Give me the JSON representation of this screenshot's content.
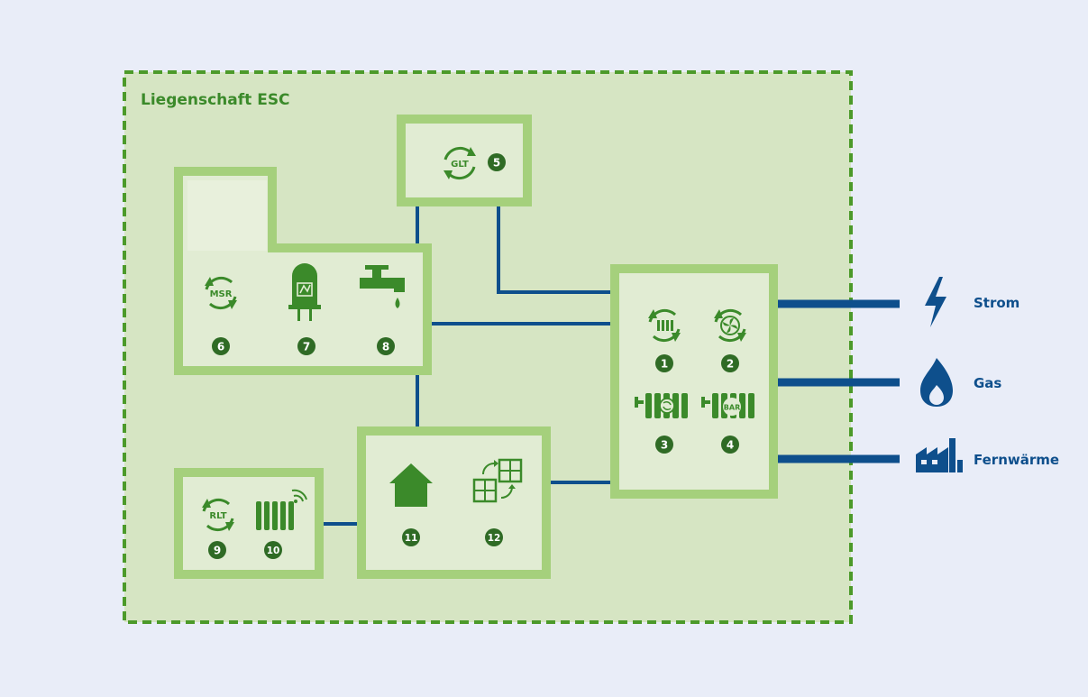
{
  "property": {
    "title": "Liegenschaft ESC"
  },
  "colors": {
    "background": "#e9edf8",
    "area_fill": "#d6e5c3",
    "area_border": "#4c9a2a",
    "box_border": "#a5d07c",
    "box_fill": "#e1ecd3",
    "icon_green": "#3b8a2a",
    "badge": "#2f6b25",
    "connector": "#0e4f8c"
  },
  "badges": {
    "b1": "1",
    "b2": "2",
    "b3": "3",
    "b4": "4",
    "b5": "5",
    "b6": "6",
    "b7": "7",
    "b8": "8",
    "b9": "9",
    "b10": "10",
    "b11": "11",
    "b12": "12"
  },
  "icon_text": {
    "glt": "GLT",
    "msr": "MSR",
    "rlt": "RLT",
    "bar": "BAR"
  },
  "supplies": [
    {
      "label": "Strom",
      "icon": "lightning-icon"
    },
    {
      "label": "Gas",
      "icon": "flame-icon"
    },
    {
      "label": "Fernwärme",
      "icon": "factory-icon"
    }
  ]
}
